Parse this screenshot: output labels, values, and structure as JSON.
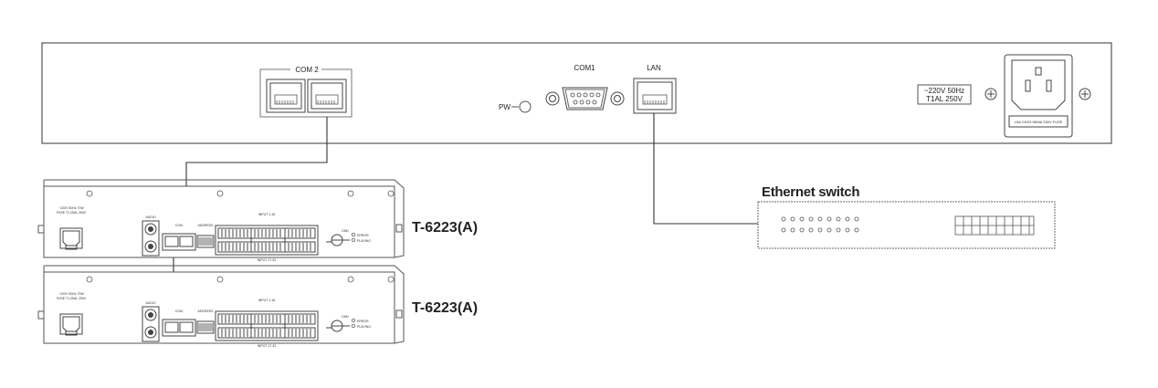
{
  "main_unit": {
    "com2_label": "COM 2",
    "com1_label": "COM1",
    "lan_label": "LAN",
    "pw_label": "PW",
    "power_rating_line1": "~220V 50Hz",
    "power_rating_line2": "T1AL 250V",
    "fuse_text": "L5A CNS3 WIMA 250V FUSE"
  },
  "switch": {
    "title": "Ethernet switch"
  },
  "devices": [
    {
      "model": "T-6223(A)",
      "power_text_1": "~220V 50Hz 70W",
      "power_text_2": "FUSE T1.25AL 250V",
      "audio_label": "AUDIO",
      "com_label": "COM",
      "address_label": "ADDRESS",
      "input_top_label": "INPUT 1-16",
      "input_bottom_label": "INPUT 17-32",
      "error_label": "ERROR",
      "playing_label": "PLAYING",
      "gnd_label": "GND"
    },
    {
      "model": "T-6223(A)",
      "power_text_1": "~220V 50Hz 70W",
      "power_text_2": "FUSE T1.25AL 250V",
      "audio_label": "AUDIO",
      "com_label": "COM",
      "address_label": "ADDRESS",
      "input_top_label": "INPUT 1-16",
      "input_bottom_label": "INPUT 17-32",
      "error_label": "ERROR",
      "playing_label": "PLAYING",
      "gnd_label": "GND"
    }
  ]
}
